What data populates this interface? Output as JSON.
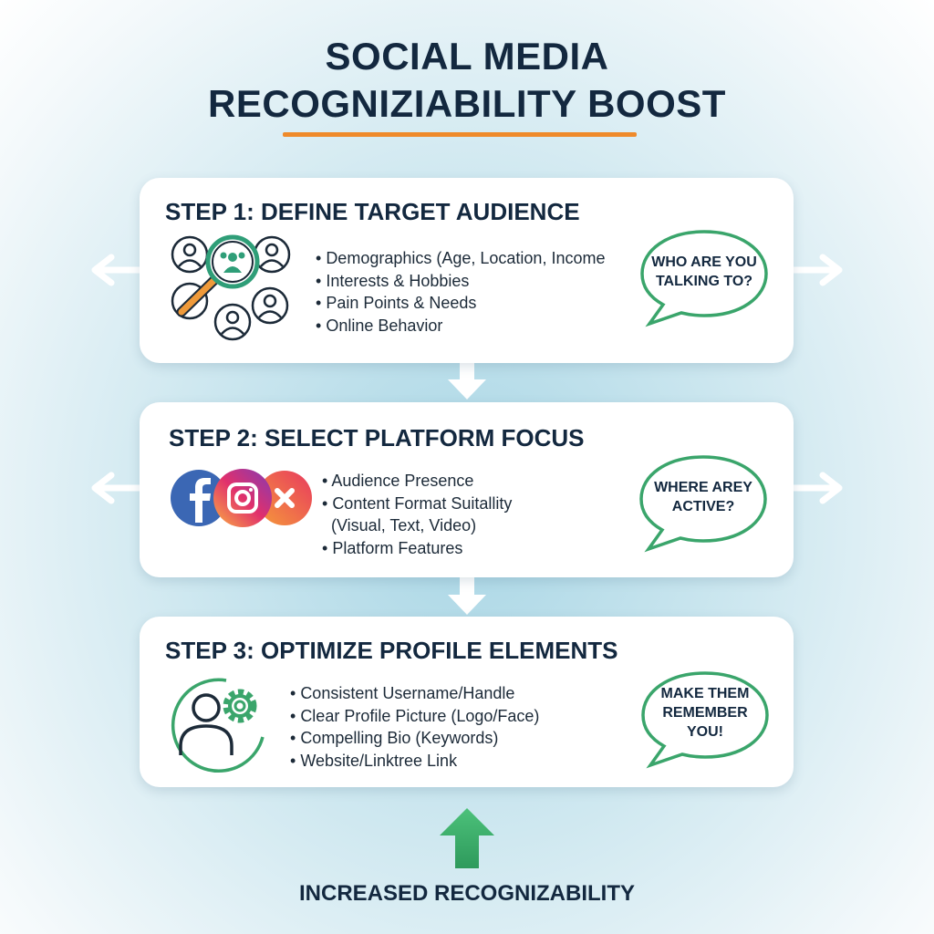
{
  "title": {
    "line1": "SOCIAL MEDIA",
    "line2": "RECOGNIZIABILITY BOOST"
  },
  "steps": [
    {
      "title": "STEP 1: DEFINE TARGET AUDIENCE",
      "bullets": [
        "Demographics (Age, Location, Income",
        "Interests & Hobbies",
        "Pain Points & Needs",
        "Online Behavior"
      ],
      "bubble": [
        "WHO ARE YOU",
        "TALKING TO?"
      ]
    },
    {
      "title": "STEP 2: SELECT PLATFORM FOCUS",
      "bullets": [
        "Audience Presence",
        "Content Format Suitallity",
        "(Visual, Text, Video)",
        "Platform Features"
      ],
      "bubble": [
        "WHERE AREY",
        "ACTIVE?"
      ]
    },
    {
      "title": "STEP 3: OPTIMIZE PROFILE ELEMENTS",
      "bullets": [
        "Consistent Username/Handle",
        "Clear Profile Picture (Logo/Face)",
        "Compelling Bio (Keywords)",
        "Website/Linktree Link"
      ],
      "bubble": [
        "MAKE THEM",
        "REMEMBER",
        "YOU!"
      ]
    }
  ],
  "result": "INCREASED RECOGNIZABILITY",
  "colors": {
    "accent": "#ef8a2a",
    "green": "#3aa56b",
    "navy": "#13283f"
  }
}
